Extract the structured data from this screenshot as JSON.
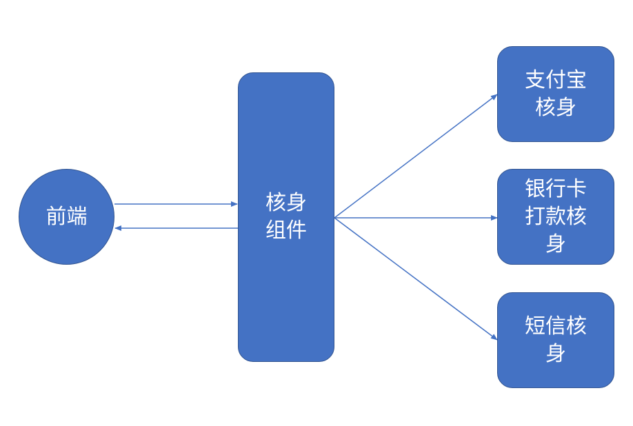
{
  "colors": {
    "node_fill": "#4472C4",
    "node_border": "#2F528F",
    "node_text": "#FFFFFF",
    "arrow": "#4472C4",
    "background": "#FFFFFF"
  },
  "nodes": {
    "frontend": {
      "label": "前端"
    },
    "verify_component": {
      "label": "核身\n组件"
    },
    "alipay_verify": {
      "label": "支付宝\n核身"
    },
    "bank_card_verify": {
      "label": "银行卡\n打款核\n身"
    },
    "sms_verify": {
      "label": "短信核\n身"
    }
  }
}
